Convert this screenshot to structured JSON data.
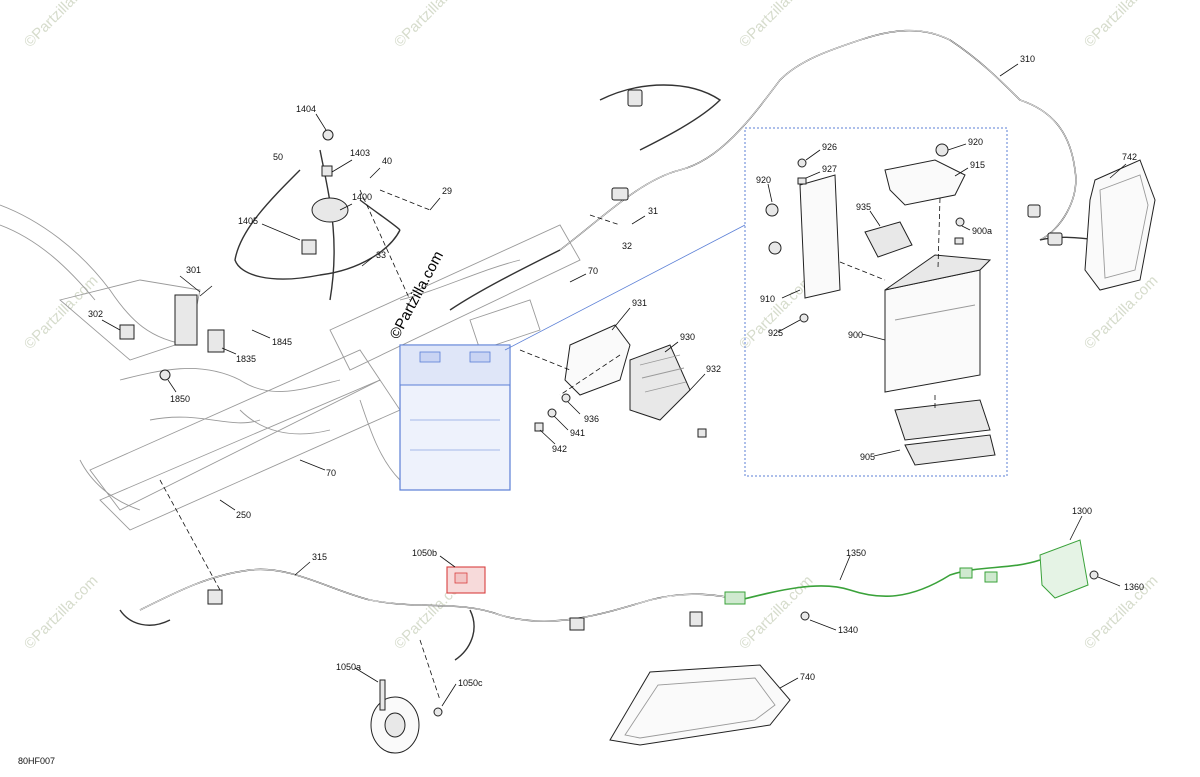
{
  "diagram_code": "80HF007",
  "logo_text": "©Partzilla.com",
  "watermark_text": "©Partzilla.com",
  "callouts": {
    "c1404": "1404",
    "c1403": "1403",
    "c1400": "1400",
    "c1405": "1405",
    "c50": "50",
    "c40": "40",
    "c29": "29",
    "c31": "31",
    "c32": "32",
    "c33": "33",
    "c70a": "70",
    "c70b": "70",
    "c301": "301",
    "c302": "302",
    "c1845": "1845",
    "c1835": "1835",
    "c1850": "1850",
    "c250": "250",
    "c931": "931",
    "c930": "930",
    "c932": "932",
    "c936": "936",
    "c941": "941",
    "c942": "942",
    "c310": "310",
    "c742": "742",
    "c926": "926",
    "c927": "927",
    "c920a": "920",
    "c920b": "920",
    "c915": "915",
    "c935": "935",
    "c900a": "900a",
    "c910": "910",
    "c925": "925",
    "c900": "900",
    "c905": "905",
    "c315": "315",
    "c1050b": "1050b",
    "c1350": "1350",
    "c1300": "1300",
    "c1360": "1360",
    "c1340": "1340",
    "c1050a": "1050a",
    "c1050c": "1050c",
    "c740": "740"
  },
  "colors": {
    "battery_highlight": "#5b7fd6",
    "harness_green": "#3aa23a",
    "relay_red": "#d94040",
    "watermark": "#d6dccc"
  }
}
